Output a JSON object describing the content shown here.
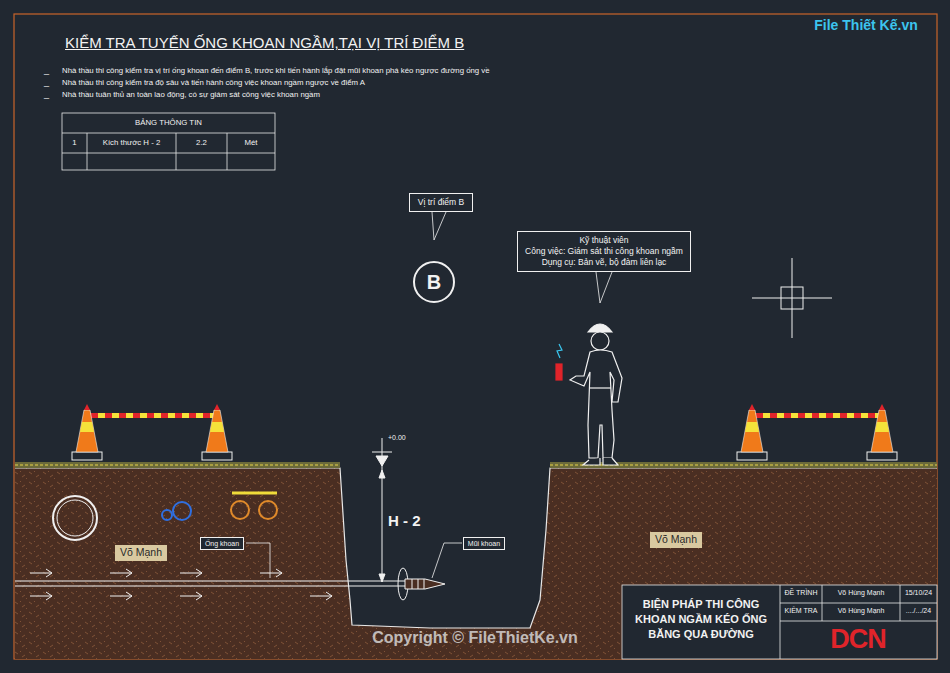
{
  "diagram": {
    "title": "KIỂM TRA TUYẾN ỐNG KHOAN NGẦM,TẠI VỊ TRÍ ĐIỂM B",
    "nodes": [
      {
        "text": [
          "Vị trí điểm B"
        ]
      },
      {
        "text": [
          "B"
        ]
      },
      {
        "text": [
          "Kỹ thuật viên",
          "Công việc: Giám sát thi công khoan ngầm",
          "Dụng cụ: Bản vẽ, bộ đàm liên lạc"
        ]
      },
      {
        "text": [
          "Ống khoan"
        ]
      },
      {
        "text": [
          "Mũi khoan"
        ]
      },
      {
        "text": [
          "Võ Mạnh"
        ]
      },
      {
        "text": [
          "Võ Mạnh"
        ]
      }
    ],
    "labels": [
      "_",
      "_",
      "_",
      "Nhà thầu thi công kiểm tra vị trí ống khoan đến điểm B, trước khi tiến hành lắp đặt mũi khoan phá kéo ngược đường ống về",
      "Nhà thầu thi công kiểm tra độ sâu và tiến hành công việc khoan ngầm ngược về điểm A",
      "Nhà thầu tuân thủ an toàn lao động, có sự giám sát công việc khoan ngầm",
      "BẢNG THÔNG TIN",
      "1",
      "Kích thước H - 2",
      "2.2",
      "Mét",
      "+0.00",
      "H - 2",
      "BIỆN PHÁP THI CÔNG KHOAN NGẦM KÉO ỐNG BĂNG QUA ĐƯỜNG",
      "ĐỀ TRÌNH",
      "Võ Hùng Mạnh",
      "15/10/24",
      "KIỂM TRA",
      "Võ Hùng Mạnh",
      "..../.../24",
      "DCN",
      "File Thiết Kế.vn",
      "Copyright © FileThietKe.vn"
    ]
  }
}
